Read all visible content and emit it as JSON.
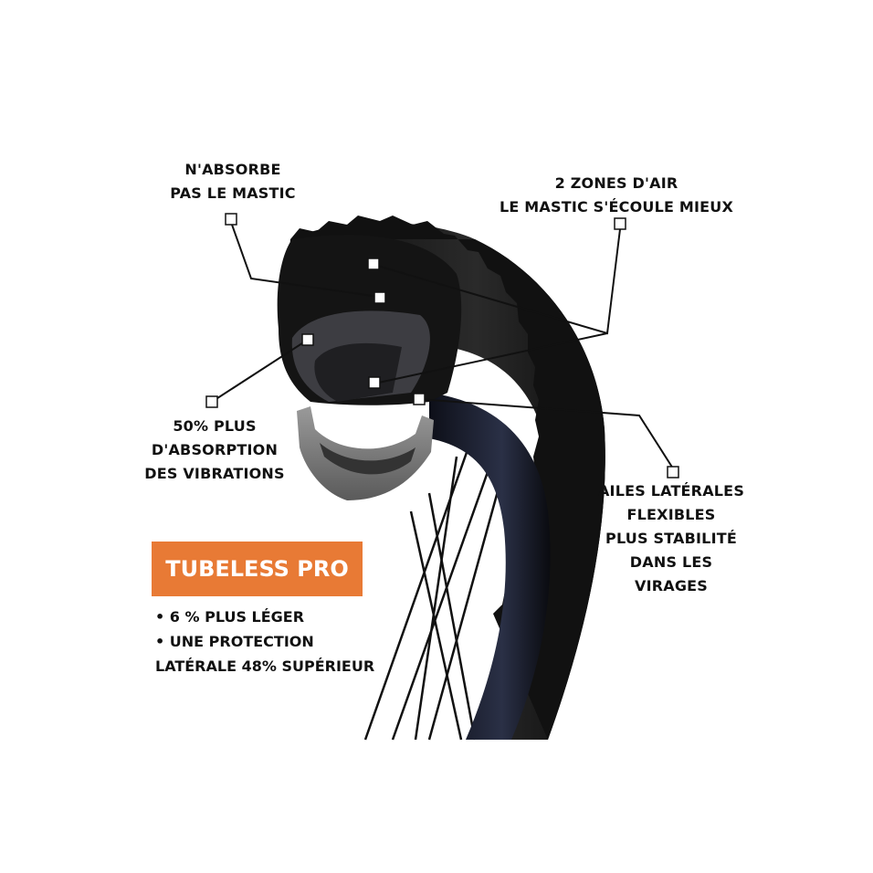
{
  "callouts": {
    "mastic": [
      "N'ABSORBE",
      "PAS LE MASTIC"
    ],
    "air": [
      "2 ZONES D'AIR",
      "LE MASTIC S'ÉCOULE MIEUX"
    ],
    "absorption": [
      "50% PLUS",
      "D'ABSORPTION",
      "DES VIBRATIONS"
    ],
    "sidewalls": [
      "AILES LATÉRALES",
      "FLEXIBLES",
      "PLUS STABILITÉ",
      "DANS LES",
      "VIRAGES"
    ]
  },
  "product": {
    "title": "TUBELESS PRO",
    "bullets": [
      "• 6 % PLUS LÉGER",
      "• UNE PROTECTION",
      "LATÉRALE 48% SUPÉRIEUR"
    ]
  },
  "colors": {
    "accent": "#e87a35",
    "tire": "#161616",
    "insert": "#8a8a8a"
  }
}
